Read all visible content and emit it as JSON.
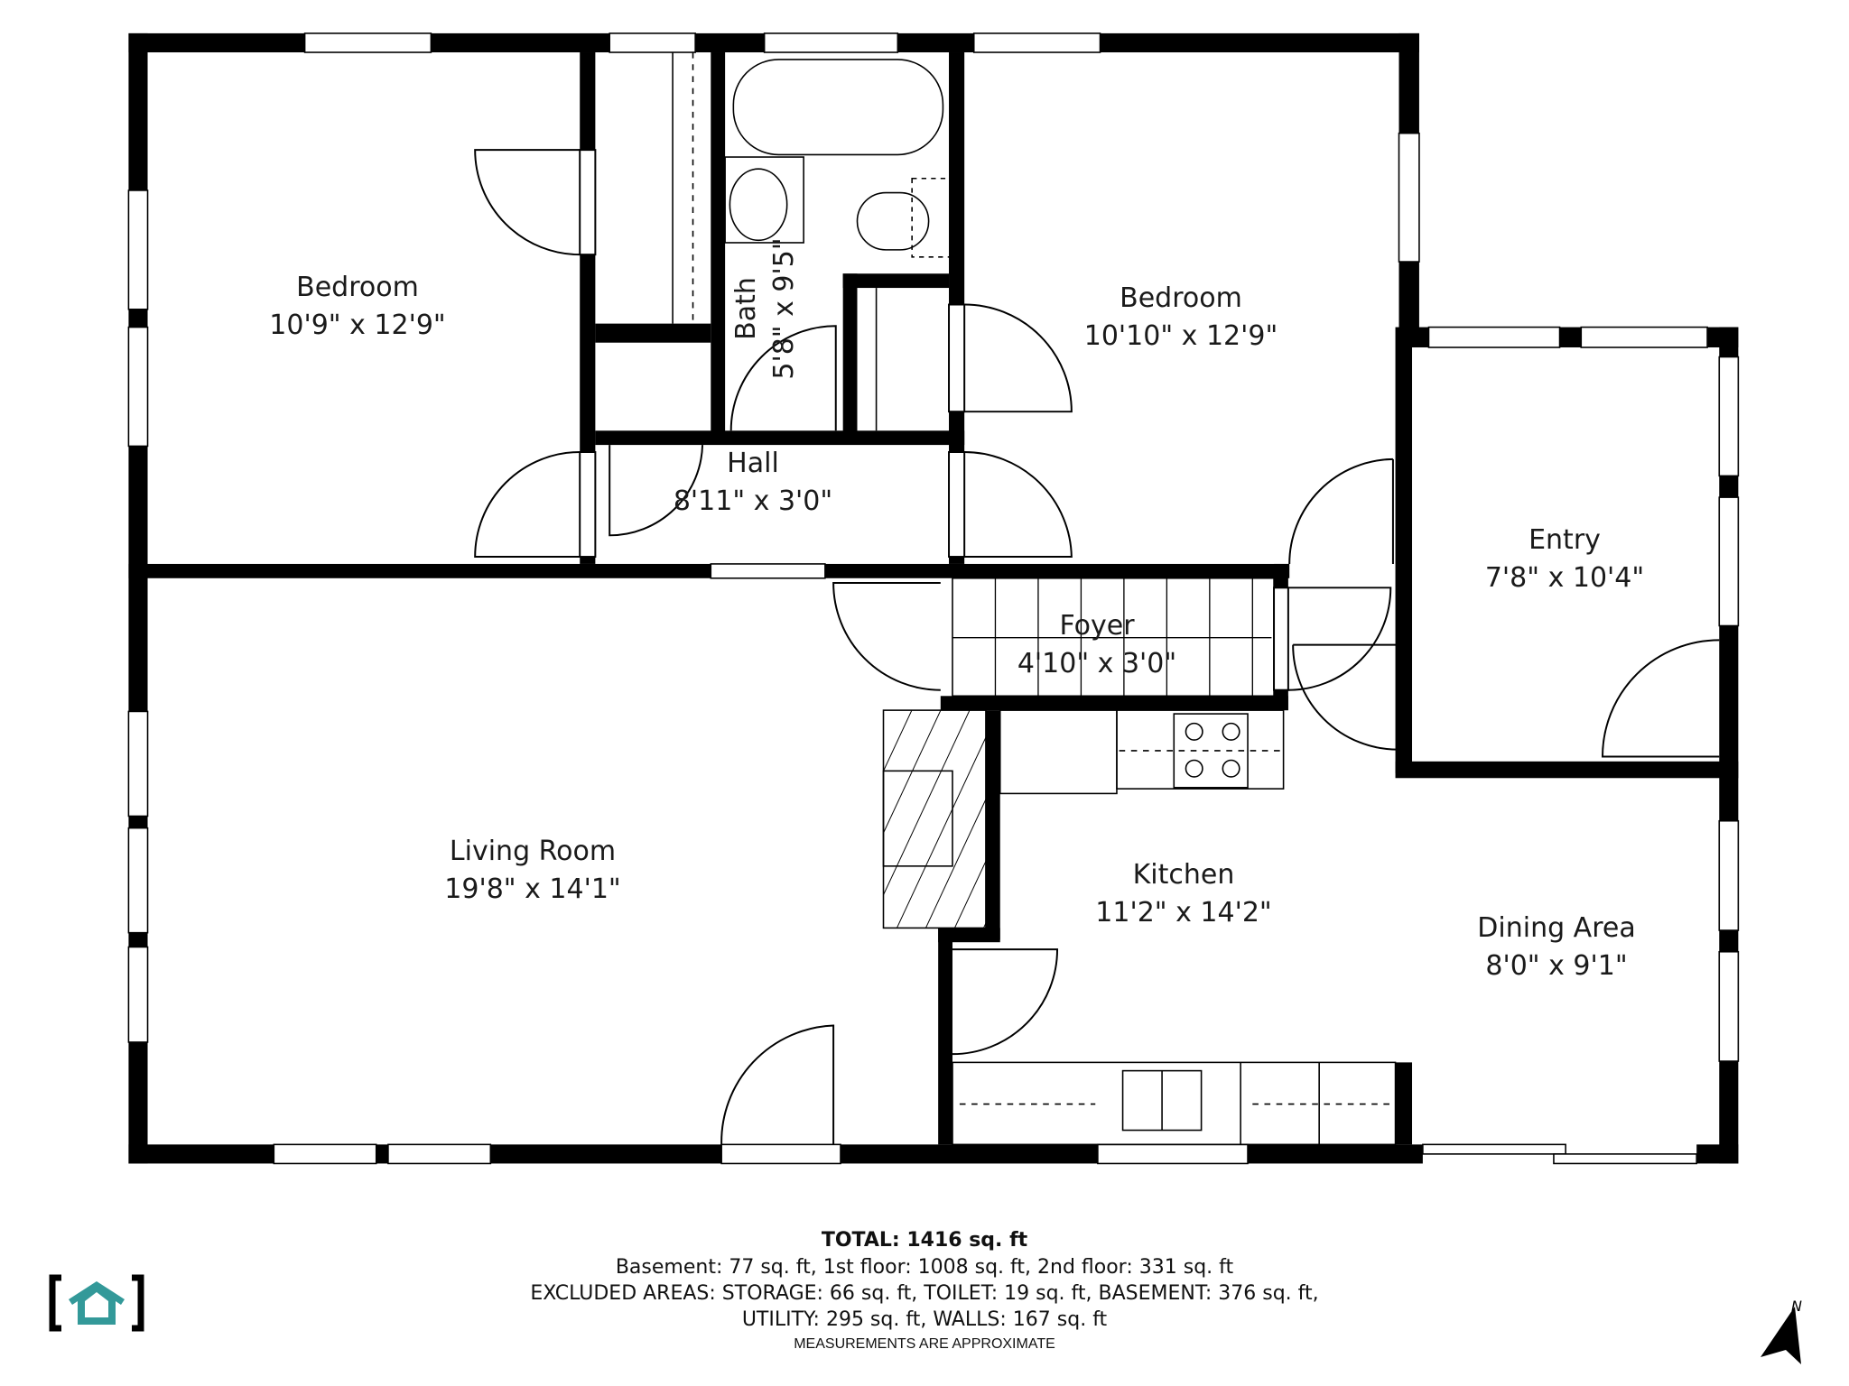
{
  "floorplan": {
    "rooms": [
      {
        "name": "Bedroom",
        "dimensions": "10'9\" x 12'9\""
      },
      {
        "name": "Bath",
        "dimensions": "5'8\" x 9'5\""
      },
      {
        "name": "Bedroom",
        "dimensions": "10'10\" x 12'9\""
      },
      {
        "name": "Hall",
        "dimensions": "8'11\" x 3'0\""
      },
      {
        "name": "Entry",
        "dimensions": "7'8\" x 10'4\""
      },
      {
        "name": "Foyer",
        "dimensions": "4'10\" x 3'0\""
      },
      {
        "name": "Living Room",
        "dimensions": "19'8\" x 14'1\""
      },
      {
        "name": "Kitchen",
        "dimensions": "11'2\" x 14'2\""
      },
      {
        "name": "Dining Area",
        "dimensions": "8'0\" x 9'1\""
      }
    ],
    "wall_color": "#000000",
    "background": "#ffffff"
  },
  "summary": {
    "total": "TOTAL: 1416 sq. ft",
    "floors": "Basement: 77 sq. ft, 1st floor: 1008 sq. ft, 2nd floor: 331 sq. ft",
    "excluded_line1": "EXCLUDED AREAS: STORAGE: 66 sq. ft, TOILET: 19 sq. ft, BASEMENT: 376 sq. ft,",
    "excluded_line2": "UTILITY: 295 sq. ft, WALLS: 167 sq. ft",
    "note": "MEASUREMENTS ARE APPROXIMATE"
  },
  "logo": {
    "icon": "house-bracket-logo",
    "color": "#339999"
  },
  "compass": {
    "label": "N",
    "icon": "north-arrow-icon"
  }
}
